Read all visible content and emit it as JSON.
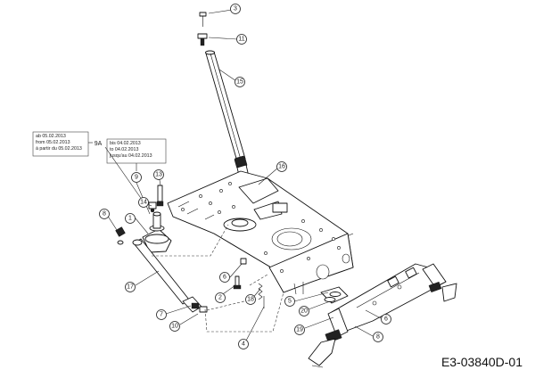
{
  "drawing_number": "E3-03840D-01",
  "notes": {
    "from_date": [
      "ab 05.02.2013",
      "from 05.02.2013",
      "à partir du 05.02.2013"
    ],
    "until_date": [
      "bis 04.02.2013",
      "to 04.02.2013",
      "jusqu'au 04.02.2013"
    ],
    "variant_label": "9A"
  },
  "callouts": [
    {
      "id": "c3",
      "label": "3"
    },
    {
      "id": "c11",
      "label": "11"
    },
    {
      "id": "c15",
      "label": "15"
    },
    {
      "id": "c16",
      "label": "16"
    },
    {
      "id": "c9",
      "label": "9"
    },
    {
      "id": "c13",
      "label": "13"
    },
    {
      "id": "c14",
      "label": "14"
    },
    {
      "id": "c1",
      "label": "1"
    },
    {
      "id": "c8a",
      "label": "8"
    },
    {
      "id": "c17",
      "label": "17"
    },
    {
      "id": "c7",
      "label": "7"
    },
    {
      "id": "c10",
      "label": "10"
    },
    {
      "id": "c6a",
      "label": "6"
    },
    {
      "id": "c2",
      "label": "2"
    },
    {
      "id": "c18",
      "label": "18"
    },
    {
      "id": "c4",
      "label": "4"
    },
    {
      "id": "c5",
      "label": "5"
    },
    {
      "id": "c20",
      "label": "20"
    },
    {
      "id": "c19",
      "label": "19"
    },
    {
      "id": "c6b",
      "label": "6"
    },
    {
      "id": "c8b",
      "label": "8"
    }
  ]
}
